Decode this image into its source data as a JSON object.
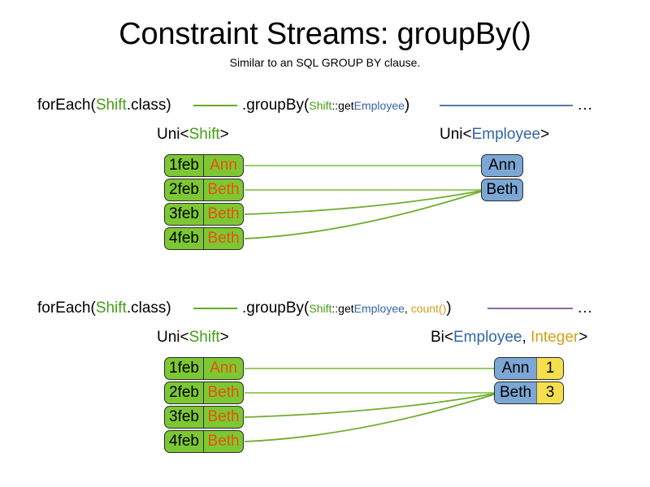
{
  "slide": {
    "title": "Constraint Streams: groupBy()",
    "subtitle": "Similar to an SQL GROUP BY clause."
  },
  "colors": {
    "shift_green": "#7DC832",
    "employee_blue": "#7BA7D4",
    "count_yellow": "#F5DF4D",
    "name_orange": "#E8500F",
    "token_shift": "#44A016",
    "token_employee": "#3465A4",
    "token_count": "#D1A11B",
    "wire_green": "#66AA22",
    "wire_blue": "#5878A8",
    "wire_purple": "#8B6B9E",
    "border": "#2B2B2B"
  },
  "sections": [
    {
      "id": "groupby-simple",
      "code": {
        "foreach_prefix": "forEach(",
        "foreach_type": "Shift",
        "foreach_suffix": ".class)",
        "groupby_prefix": ".groupBy(",
        "mapper_type": "Shift",
        "mapper_sep": "::get",
        "mapper_prop": "Employee",
        "groupby_suffix": ")",
        "ellipsis": "..."
      },
      "left_label": {
        "prefix": "Uni<",
        "type": "Shift",
        "suffix": ">"
      },
      "right_label": {
        "prefix": "Uni<",
        "type": "Employee",
        "suffix": ">"
      },
      "shifts": [
        {
          "date": "1feb",
          "employee": "Ann"
        },
        {
          "date": "2feb",
          "employee": "Beth"
        },
        {
          "date": "3feb",
          "employee": "Beth"
        },
        {
          "date": "4feb",
          "employee": "Beth"
        }
      ],
      "results": [
        {
          "employee": "Ann"
        },
        {
          "employee": "Beth"
        }
      ]
    },
    {
      "id": "groupby-count",
      "code": {
        "foreach_prefix": "forEach(",
        "foreach_type": "Shift",
        "foreach_suffix": ".class)",
        "groupby_prefix": ".groupBy(",
        "mapper_type": "Shift",
        "mapper_sep": "::get",
        "mapper_prop": "Employee",
        "mapper_comma": ", ",
        "collector": "count()",
        "groupby_suffix": ")",
        "ellipsis": "..."
      },
      "left_label": {
        "prefix": "Uni<",
        "type": "Shift",
        "suffix": ">"
      },
      "right_label": {
        "prefix": "Bi<",
        "type": "Employee",
        "sep": ", ",
        "type2": "Integer",
        "suffix": ">"
      },
      "shifts": [
        {
          "date": "1feb",
          "employee": "Ann"
        },
        {
          "date": "2feb",
          "employee": "Beth"
        },
        {
          "date": "3feb",
          "employee": "Beth"
        },
        {
          "date": "4feb",
          "employee": "Beth"
        }
      ],
      "results": [
        {
          "employee": "Ann",
          "count": "1"
        },
        {
          "employee": "Beth",
          "count": "3"
        }
      ]
    }
  ]
}
